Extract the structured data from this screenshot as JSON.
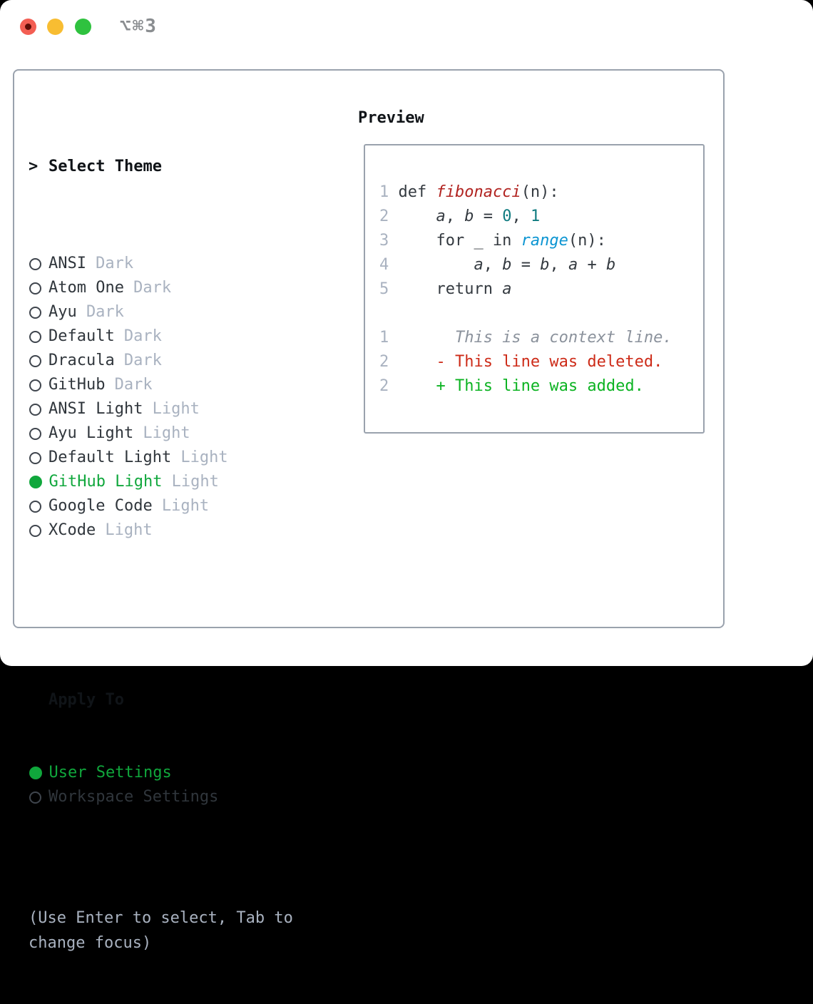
{
  "window": {
    "title": "⌥⌘3",
    "traffic_lights": [
      "close",
      "minimize",
      "zoom"
    ]
  },
  "theme_panel": {
    "header_prefix": ">",
    "header_label": "Select Theme",
    "themes": [
      {
        "name": "ANSI",
        "variant": "Dark",
        "selected": false
      },
      {
        "name": "Atom One",
        "variant": "Dark",
        "selected": false
      },
      {
        "name": "Ayu",
        "variant": "Dark",
        "selected": false
      },
      {
        "name": "Default",
        "variant": "Dark",
        "selected": false
      },
      {
        "name": "Dracula",
        "variant": "Dark",
        "selected": false
      },
      {
        "name": "GitHub",
        "variant": "Dark",
        "selected": false
      },
      {
        "name": "ANSI Light",
        "variant": "Light",
        "selected": false
      },
      {
        "name": "Ayu Light",
        "variant": "Light",
        "selected": false
      },
      {
        "name": "Default Light",
        "variant": "Light",
        "selected": false
      },
      {
        "name": "GitHub Light",
        "variant": "Light",
        "selected": true
      },
      {
        "name": "Google Code",
        "variant": "Light",
        "selected": false
      },
      {
        "name": "XCode",
        "variant": "Light",
        "selected": false
      }
    ],
    "apply_header": "Apply To",
    "apply_options": [
      {
        "label": "User Settings",
        "selected": true
      },
      {
        "label": "Workspace Settings",
        "selected": false
      }
    ],
    "hint": "(Use Enter to select, Tab to change focus)"
  },
  "preview": {
    "label": "Preview",
    "lines": [
      {
        "num": "1",
        "segments": [
          {
            "t": "def ",
            "c": "fg"
          },
          {
            "t": "fibonacci",
            "c": "fn"
          },
          {
            "t": "(n):",
            "c": "fg"
          }
        ]
      },
      {
        "num": "2",
        "segments": [
          {
            "t": "    ",
            "c": "fg"
          },
          {
            "t": "a",
            "c": "var"
          },
          {
            "t": ", ",
            "c": "fg"
          },
          {
            "t": "b",
            "c": "var"
          },
          {
            "t": " = ",
            "c": "fg"
          },
          {
            "t": "0",
            "c": "lit"
          },
          {
            "t": ", ",
            "c": "fg"
          },
          {
            "t": "1",
            "c": "lit"
          }
        ]
      },
      {
        "num": "3",
        "segments": [
          {
            "t": "    for _ in ",
            "c": "fg"
          },
          {
            "t": "range",
            "c": "call"
          },
          {
            "t": "(n):",
            "c": "fg"
          }
        ]
      },
      {
        "num": "4",
        "segments": [
          {
            "t": "        ",
            "c": "fg"
          },
          {
            "t": "a",
            "c": "var"
          },
          {
            "t": ", ",
            "c": "fg"
          },
          {
            "t": "b",
            "c": "var"
          },
          {
            "t": " = ",
            "c": "fg"
          },
          {
            "t": "b",
            "c": "var"
          },
          {
            "t": ", ",
            "c": "fg"
          },
          {
            "t": "a",
            "c": "var"
          },
          {
            "t": " + ",
            "c": "fg"
          },
          {
            "t": "b",
            "c": "var"
          }
        ]
      },
      {
        "num": "5",
        "segments": [
          {
            "t": "    return ",
            "c": "fg"
          },
          {
            "t": "a",
            "c": "var"
          }
        ]
      },
      {
        "num": "",
        "segments": []
      },
      {
        "num": "1",
        "segments": [
          {
            "t": "      This is a context line.",
            "c": "ctx"
          }
        ]
      },
      {
        "num": "2",
        "segments": [
          {
            "t": "    - This line was deleted.",
            "c": "del"
          }
        ]
      },
      {
        "num": "2",
        "segments": [
          {
            "t": "    + This line was added.",
            "c": "add"
          }
        ]
      }
    ]
  },
  "colors": {
    "accent_green": "#10a73c",
    "code_foreground": "#343a40",
    "function_red": "#b12320",
    "literal_teal": "#0f7b80",
    "call_blue": "#0c95d2",
    "context_gray": "#8b929c",
    "deleted_red": "#cd2b18",
    "added_green": "#0cb322",
    "muted_gray": "#a9b2c0",
    "border_gray": "#9aa2ad",
    "traffic_red": "#f35e53",
    "traffic_yellow": "#f8bd32",
    "traffic_green": "#2fc23f"
  }
}
